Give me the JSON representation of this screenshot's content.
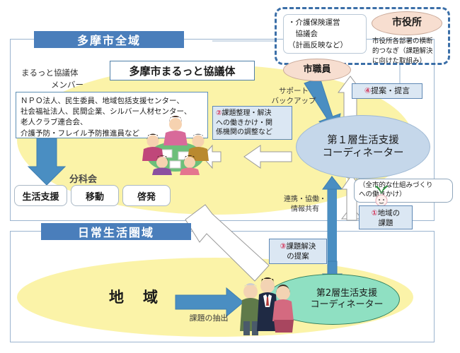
{
  "regions": {
    "citywide_banner": "多摩市全域",
    "daily_life_banner": "日常生活圏域"
  },
  "citywide": {
    "council_title": "多摩市まるっと協議体",
    "member_heading_line1": "まるっと協議体",
    "member_heading_line2": "メンバー",
    "member_list": [
      "ＮＰＯ法人、民生委員、地域包括支援センター、",
      "社会福祉法人、民間企業、シルバー人材センター、",
      "老人クラブ連合会、",
      "介護予防・フレイル予防推進員など"
    ],
    "subcommittee_label": "分科会",
    "subcommittees": [
      "生活支援",
      "移動",
      "啓発"
    ]
  },
  "city_hall": {
    "council_note": "・介護保険運営\n　協議会\n（計画反映など）",
    "council_note_lines": [
      "・介護保険運営",
      "　協議会",
      "（計画反映など）"
    ],
    "hall_title": "市役所",
    "hall_desc_lines": [
      "市役所各部署の横断",
      "的つなぎ（課題解決",
      "に向けた取組み）"
    ],
    "staff_title": "市職員"
  },
  "flows": {
    "support_lines": [
      "サポート",
      "バックアップ"
    ],
    "issue_arrange_number": "②",
    "issue_arrange_lines": [
      "課題整理・解決",
      "への働きかけ・関",
      "係機関の調整など"
    ],
    "proposal_number": "④",
    "proposal_label": "提案・提言",
    "citywide_callout_lines": [
      "（全市的な仕組みづくり",
      "への働きかけ）"
    ],
    "cooperation_lines": [
      "連携・協働・",
      "情報共有"
    ],
    "local_issue_number": "①",
    "local_issue_lines": [
      "地域の",
      "課題"
    ],
    "solution_number": "③",
    "solution_lines": [
      "課題解決",
      "の提案"
    ],
    "extract_issue_label": "課題の抽出"
  },
  "coordinators": {
    "first_layer_line1": "第１層生活支援",
    "first_layer_line2": "コーディネーター",
    "second_layer_line1": "第2層生活支援",
    "second_layer_line2": "コーディネーター"
  },
  "community": {
    "area_label": "地　域"
  },
  "icons": {
    "meeting": "meeting-people-icon",
    "sprout": "sprout-character-icon",
    "family": "family-people-icon"
  },
  "colors": {
    "banner_blue": "#4a7ebb",
    "arrow_blue": "#4a8ec2",
    "blob_yellow": "#fbf3a8",
    "ellipse_blue": "#c5d7ea",
    "ellipse_green": "#8fe0c2",
    "ellipse_peach": "#f7ded0",
    "accent_red": "#d33b5e"
  }
}
